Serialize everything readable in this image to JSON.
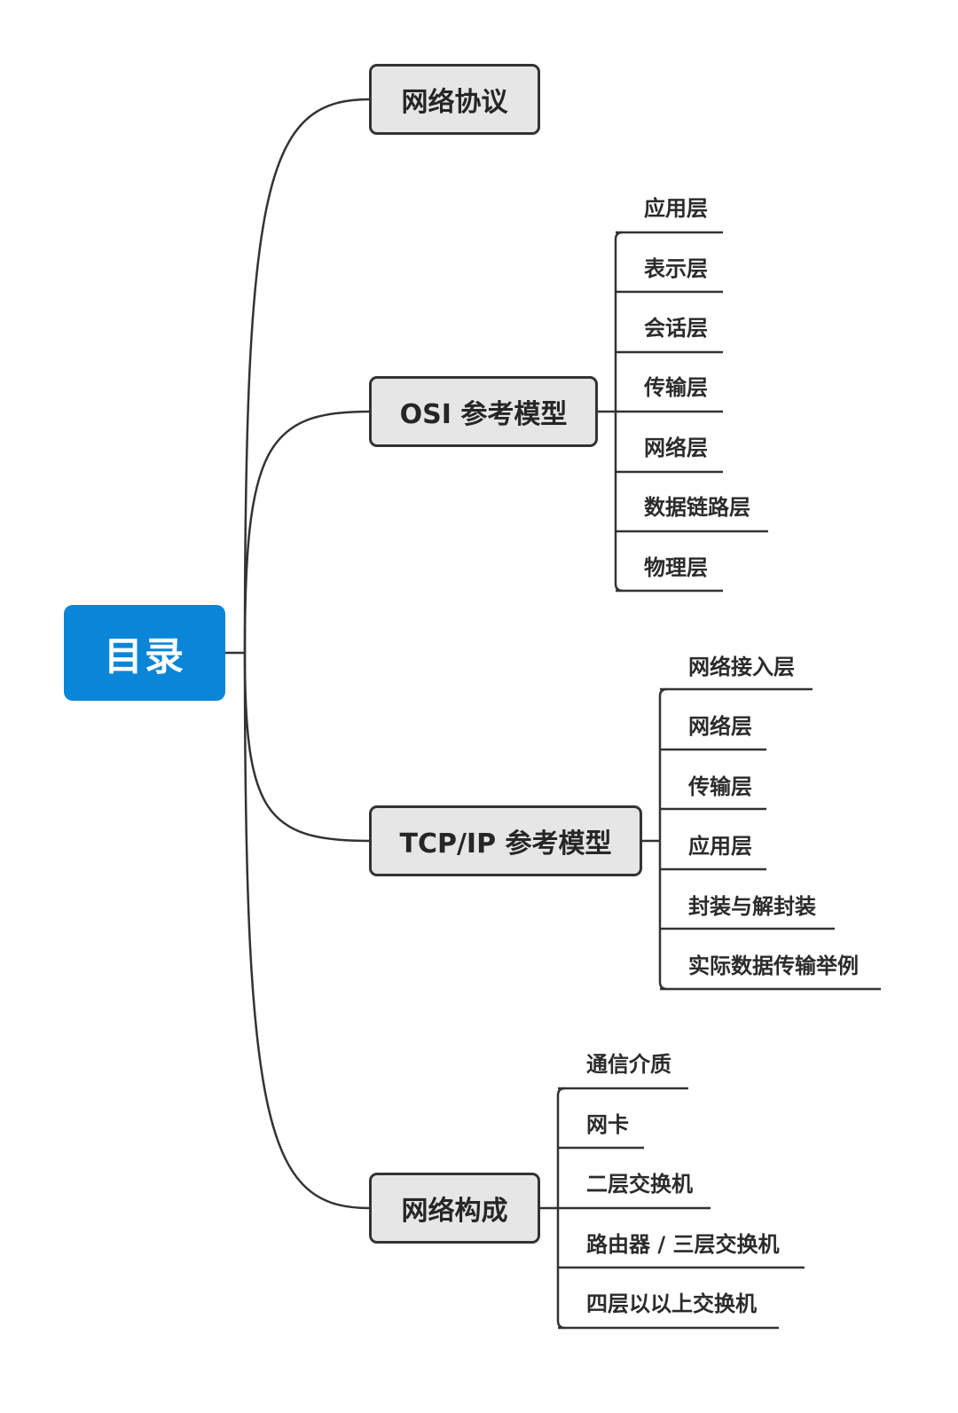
{
  "root": {
    "label": "目录"
  },
  "branches": [
    {
      "label": "网络协议",
      "children": []
    },
    {
      "label": "OSI 参考模型",
      "children": [
        "应用层",
        "表示层",
        "会话层",
        "传输层",
        "网络层",
        "数据链路层",
        "物理层"
      ]
    },
    {
      "label": "TCP/IP 参考模型",
      "children": [
        "网络接入层",
        "网络层",
        "传输层",
        "应用层",
        "封装与解封装",
        "实际数据传输举例"
      ]
    },
    {
      "label": "网络构成",
      "children": [
        "通信介质",
        "网卡",
        "二层交换机",
        "路由器 / 三层交换机",
        "四层以以上交换机"
      ]
    }
  ],
  "colors": {
    "root_fill": "#0a86d8",
    "branch_fill": "#e6e6e6",
    "line": "#333333"
  }
}
